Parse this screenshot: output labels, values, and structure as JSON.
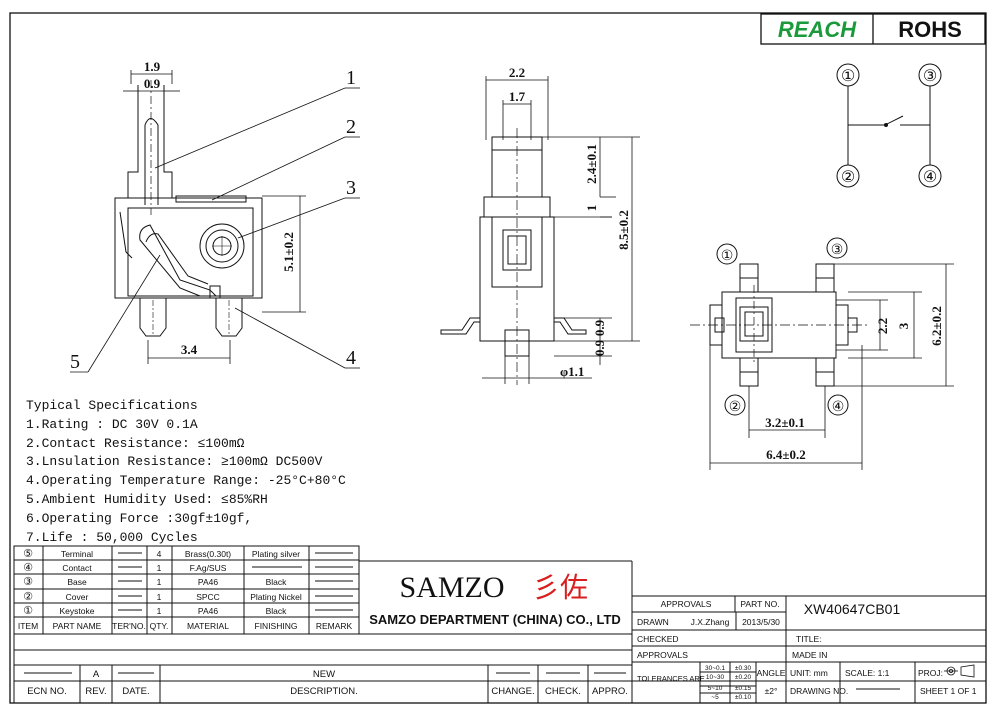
{
  "badges": {
    "reach": "REACH",
    "rohs": "ROHS"
  },
  "callouts": [
    "1",
    "2",
    "3",
    "4",
    "5"
  ],
  "pins": {
    "p1": "①",
    "p2": "②",
    "p3": "③",
    "p4": "④"
  },
  "dims": {
    "d1_9": "1.9",
    "d0_9": "0.9",
    "d5_1": "5.1±0.2",
    "d3_4": "3.4",
    "d2_2": "2.2",
    "d1_7": "1.7",
    "d2_4": "2.4±0.1",
    "d1": "1",
    "d8_5": "8.5±0.2",
    "d0_9b": "0.9",
    "d0_9c": "0.9",
    "dphi": "φ1.1",
    "d2_2b": "2.2",
    "d3": "3",
    "d6_2": "6.2±0.2",
    "d3_2": "3.2±0.1",
    "d6_4": "6.4±0.2"
  },
  "specs": {
    "title": "Typical Specifications",
    "lines": [
      "1.Rating : DC 30V 0.1A",
      "2.Contact Resistance: ≤100mΩ",
      "3.Lnsulation Resistance: ≥100mΩ DC500V",
      "4.Operating Temperature Range: -25°C+80°C",
      "5.Ambient Humidity Used: ≤85%RH",
      "6.Operating Force :30gf±10gf,",
      "7.Life : 50,000 Cycles"
    ]
  },
  "bom": {
    "rows": [
      {
        "item": "⑤",
        "part": "Terminal",
        "qty": "4",
        "material": "Brass(0.30t)",
        "finishing": "Plating silver"
      },
      {
        "item": "④",
        "part": "Contact",
        "qty": "1",
        "material": "F.Ag/SUS",
        "finishing": ""
      },
      {
        "item": "③",
        "part": "Base",
        "qty": "1",
        "material": "PA46",
        "finishing": "Black"
      },
      {
        "item": "②",
        "part": "Cover",
        "qty": "1",
        "material": "SPCC",
        "finishing": "Plating Nickel"
      },
      {
        "item": "①",
        "part": "Keystoke",
        "qty": "1",
        "material": "PA46",
        "finishing": "Black"
      }
    ],
    "headers": {
      "item": "ITEM",
      "part": "PART NAME",
      "ter": "TER'NO.",
      "qty": "QTY.",
      "material": "MATERIAL",
      "finishing": "FINISHING",
      "remark": "REMARK"
    }
  },
  "company": {
    "logo_en": "SAMZO",
    "logo_cn": "彡佐",
    "name": "SAMZO DEPARTMENT (CHINA) CO., LTD"
  },
  "titleblock": {
    "approvals": "APPROVALS",
    "partno_label": "PART NO.",
    "partno": "XW40647CB01",
    "drawn": "DRAWN",
    "drawn_by": "J.X.Zhang",
    "drawn_date": "2013/5/30",
    "checked": "CHECKED",
    "approvals2": "APPROVALS",
    "title_label": "TITLE:",
    "made_in": "MADE IN",
    "tolerances": "TOLERANCES ARE",
    "tol_rows": [
      [
        "30~0.1",
        "±0.30"
      ],
      [
        "10~30",
        "±0.20"
      ],
      [
        "5~10",
        "±0.15"
      ],
      [
        "~5",
        "±0.10"
      ]
    ],
    "angle_label": "ANGLE",
    "angle_val": "±2°",
    "unit": "UNIT:  mm",
    "scale": "SCALE:  1:1",
    "proj": "PROJ:",
    "drawing_no": "DRAWING NO.",
    "sheet": "SHEET  1  OF  1"
  },
  "revision": {
    "rev_value": "A",
    "desc_value": "NEW",
    "headers": {
      "ecn": "ECN  NO.",
      "rev": "REV.",
      "date": "DATE.",
      "desc": "DESCRIPTION.",
      "change": "CHANGE.",
      "check": "CHECK.",
      "appro": "APPRO."
    }
  },
  "colors": {
    "reach": "#1a9a3a",
    "logo_red": "#d81e1e",
    "line": "#111111"
  }
}
